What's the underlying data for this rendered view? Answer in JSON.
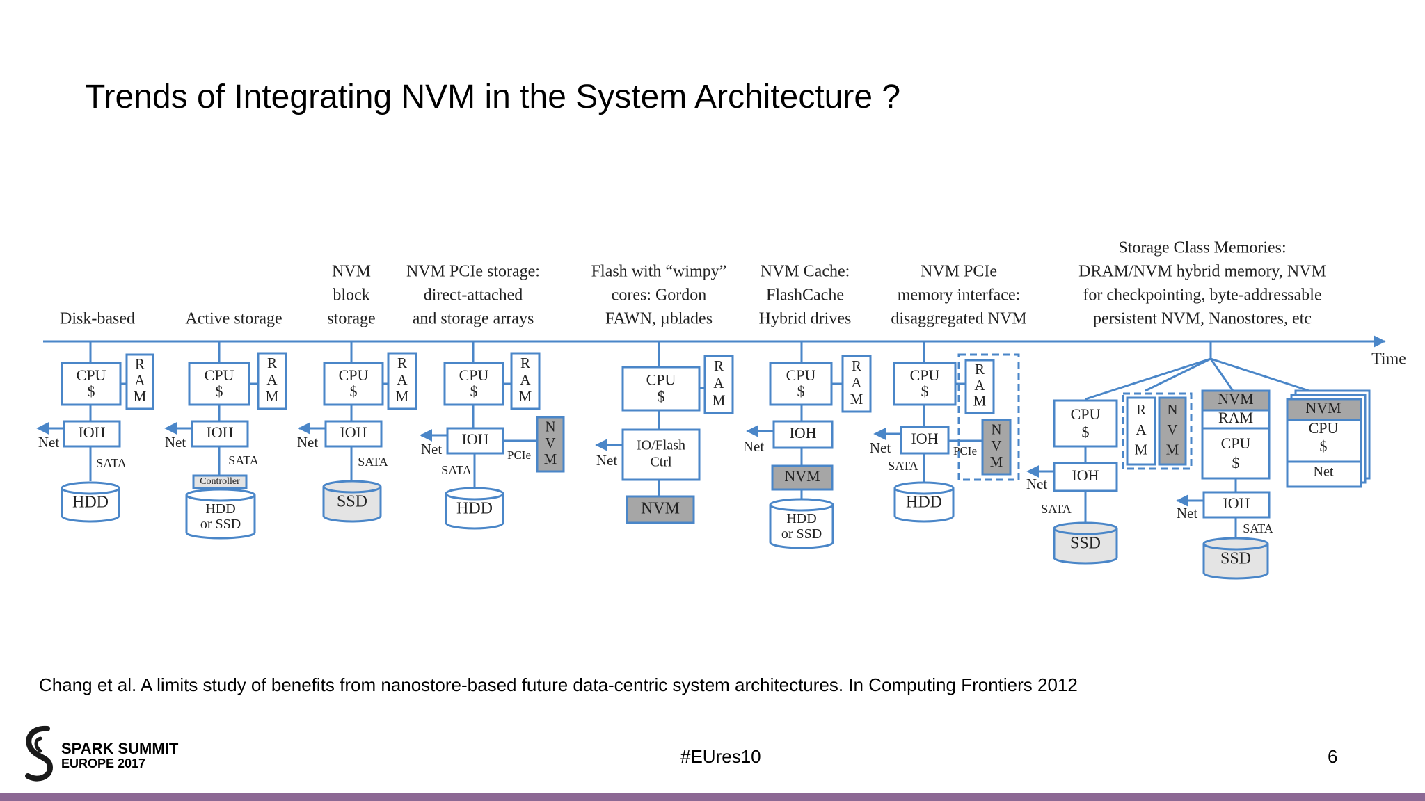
{
  "slide": {
    "title": "Trends of Integrating NVM in the System Architecture ?",
    "citation": "Chang et al. A  limits  study  of  benefits  from  nanostore-based  future  data-centric  system architectures. In Computing Frontiers 2012",
    "hashtag": "#EUres10",
    "page_number": "6",
    "logo_line1": "SPARK SUMMIT",
    "logo_line2": "EUROPE 2017"
  },
  "colors": {
    "blue": "#4a86c8",
    "gray_fill": "#a6a6a6",
    "light_fill": "#e4e4e4",
    "bar": "#8c6894"
  },
  "diagram": {
    "time_label": "Time",
    "stages": [
      {
        "label": [
          "Disk-based"
        ]
      },
      {
        "label": [
          "Active storage"
        ]
      },
      {
        "label": [
          "NVM",
          "block",
          "storage"
        ]
      },
      {
        "label": [
          "NVM PCIe storage:",
          "direct-attached",
          "and storage arrays"
        ]
      },
      {
        "label": [
          "Flash with “wimpy”",
          "cores: Gordon",
          "FAWN, µblades"
        ]
      },
      {
        "label": [
          "NVM Cache:",
          "FlashCache",
          "Hybrid drives"
        ]
      },
      {
        "label": [
          "NVM PCIe",
          "memory interface:",
          "disaggregated NVM"
        ]
      },
      {
        "label": [
          "Storage Class Memories:",
          "DRAM/NVM hybrid memory, NVM",
          "for checkpointing, byte-addressable",
          "persistent NVM, Nanostores, etc"
        ]
      }
    ],
    "text": {
      "cpu": "CPU",
      "cache": "$",
      "ram_r": "R",
      "ram_a": "A",
      "ram_m": "M",
      "nvm_n": "N",
      "nvm_v": "V",
      "nvm_m": "M",
      "ioh": "IOH",
      "net": "Net",
      "sata": "SATA",
      "pcie": "PCIe",
      "hdd": "HDD",
      "ssd": "SSD",
      "hdd_or": "HDD",
      "or_ssd": "or SSD",
      "controller": "Controller",
      "ioflash_1": "IO/Flash",
      "ioflash_2": "Ctrl",
      "nvm": "NVM",
      "ram": "RAM"
    }
  }
}
